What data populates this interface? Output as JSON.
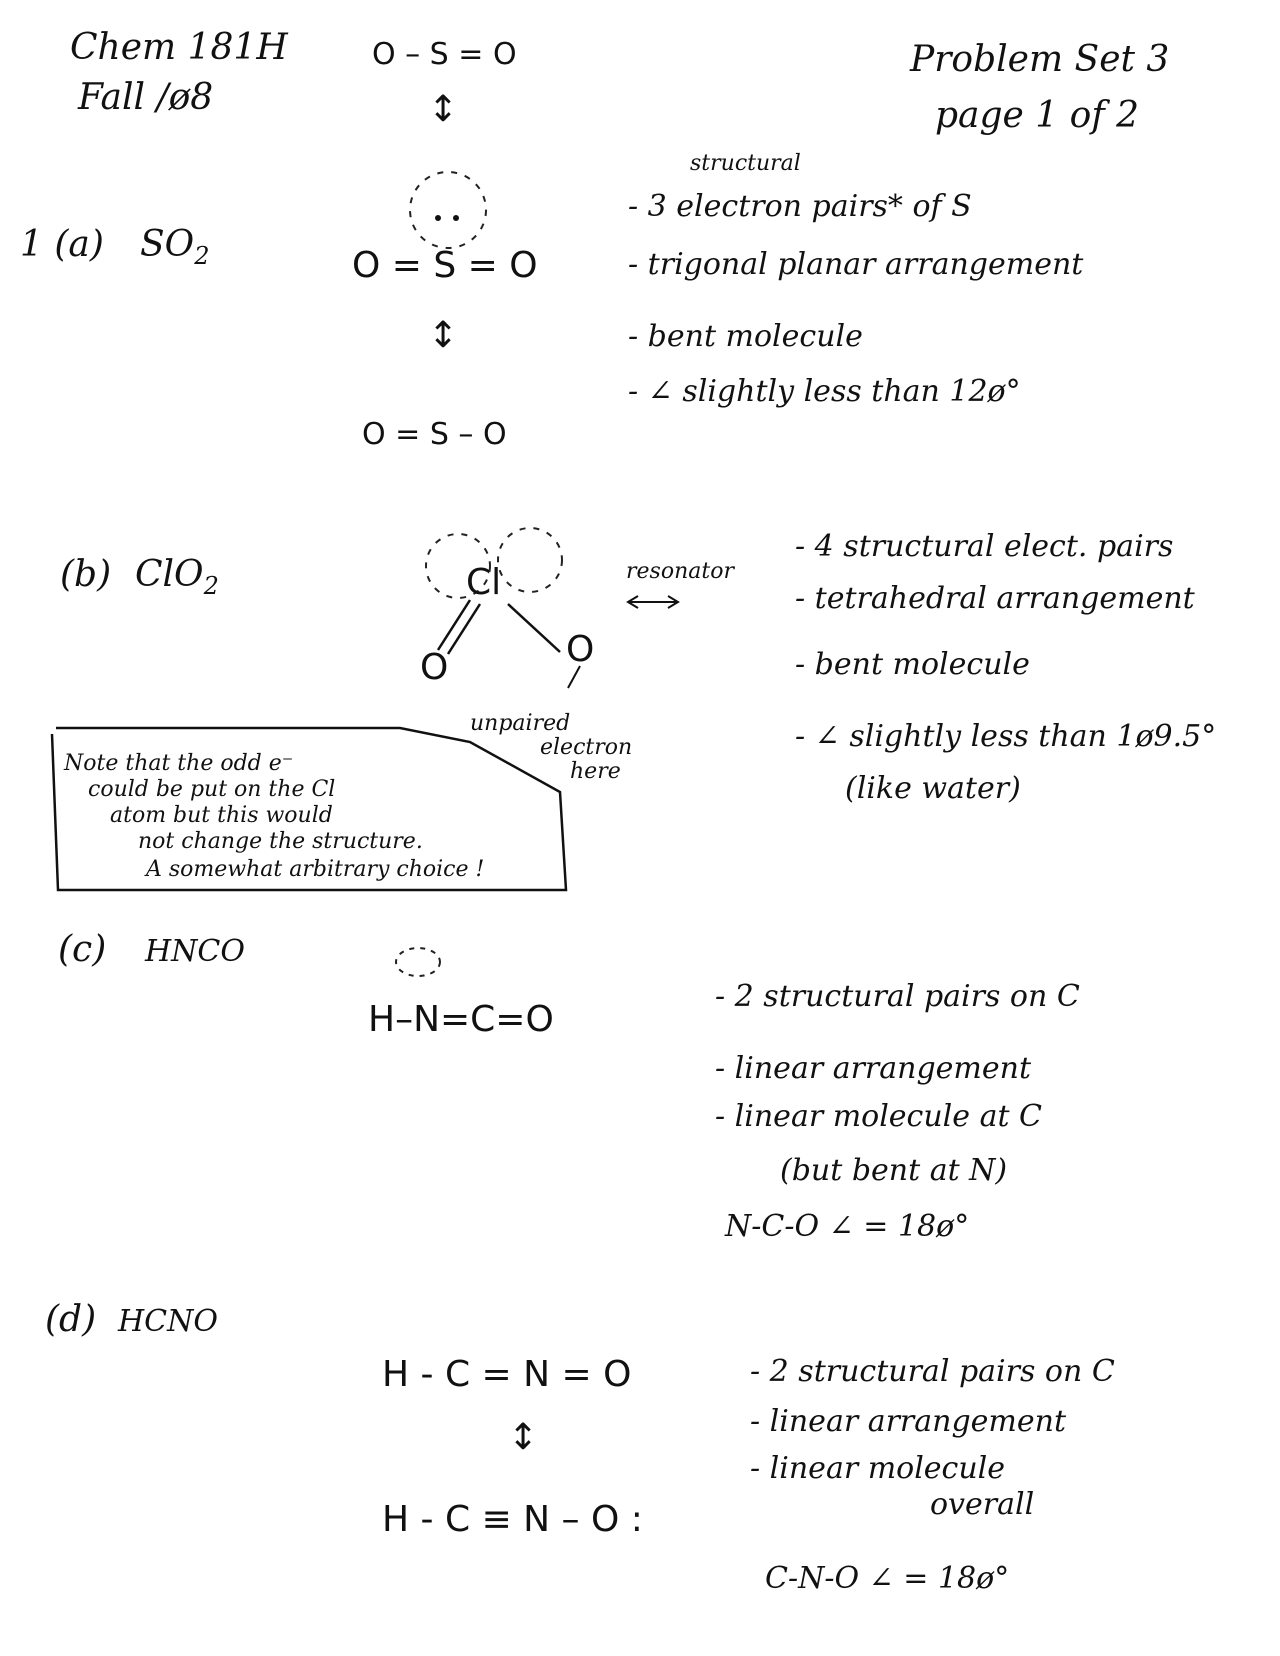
{
  "header": {
    "course": "Chem 181H",
    "term": "Fall /ø8",
    "problem_set": "Problem Set 3",
    "page": "page 1 of 2"
  },
  "part_a": {
    "label": "1 (a)",
    "formula": "SO",
    "formula_sub": "2",
    "structure_top": "O – S = O",
    "structure_mid": "O = S = O",
    "structure_bot": "O = S – O",
    "notes": [
      "- 3 electron pairs* of S",
      "- trigonal planar arrangement",
      "- bent molecule",
      "- ∠ slightly less than 12ø°"
    ],
    "annotation": "structural"
  },
  "part_b": {
    "label": "(b)",
    "formula": "ClO",
    "formula_sub": "2",
    "resonator_label": "resonator",
    "unpaired_label_1": "unpaired",
    "unpaired_label_2": "electron",
    "unpaired_label_3": "here",
    "notes": [
      "- 4 structural elect. pairs",
      "- tetrahedral arrangement",
      "- bent molecule",
      "- ∠ slightly less than 1ø9.5°",
      "(like water)"
    ],
    "side_note": [
      "Note that the odd e⁻",
      "could be put on the Cl",
      "atom but this would",
      "not change the structure.",
      "A somewhat arbitrary choice !"
    ]
  },
  "part_c": {
    "label": "(c)",
    "formula": "HNCO",
    "structure": "H–N=C=O",
    "notes": [
      "- 2 structural pairs on C",
      "- linear arrangement",
      "- linear molecule at C",
      "(but bent at N)",
      "N-C-O ∠ = 18ø°"
    ]
  },
  "part_d": {
    "label": "(d)",
    "formula": "HCNO",
    "structure_top": "H - C = N = O",
    "structure_bot": "H - C ≡ N – O :",
    "notes": [
      "- 2 structural pairs on C",
      "- linear arrangement",
      "- linear molecule",
      "overall",
      "C-N-O ∠ = 18ø°"
    ]
  }
}
